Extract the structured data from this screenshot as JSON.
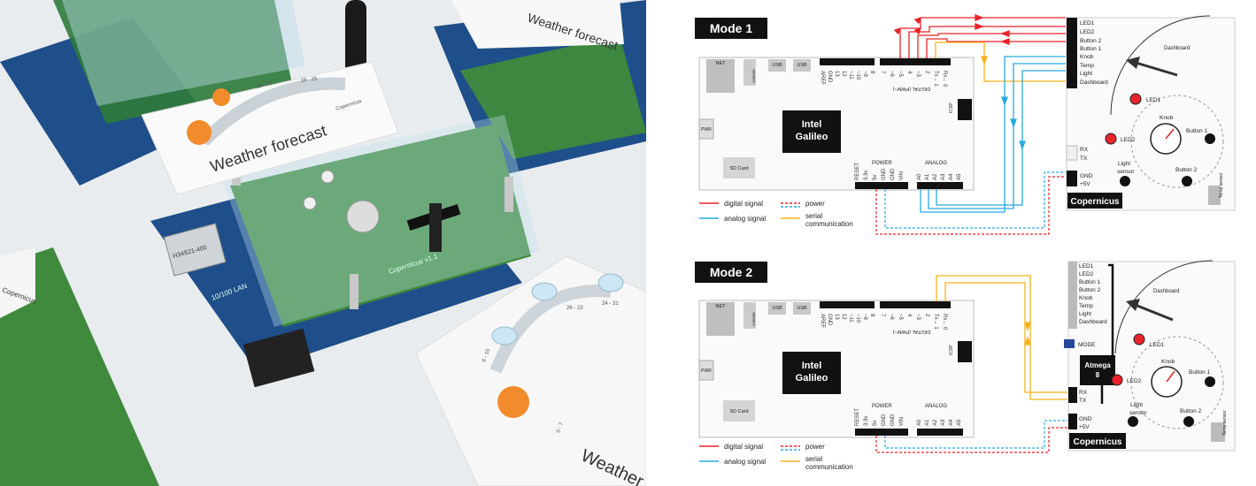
{
  "photo": {
    "card_main_title": "Weather forecast",
    "card_right_title": "Weather forecast",
    "card_bottom_title": "Weather",
    "card_left_title": "Copernicus",
    "card_small_brand": "Copernicus",
    "temp_labels": [
      "16 - 21",
      "18 - 25",
      "8 - 15",
      "26 - 23",
      "24 - 31",
      "0 - 7"
    ],
    "board_label": "10/100 LAN",
    "pcb_label": "Copernicus v1.1",
    "sticker_label": "H34S21-400"
  },
  "modes": [
    {
      "title": "Mode 1",
      "galileo_title": "Intel\nGalileo",
      "mcu_title": "",
      "mcu_lines": []
    },
    {
      "title": "Mode 2",
      "galileo_title": "Intel\nGalileo",
      "mcu_title": "Atmega",
      "mcu_lines": [
        "Atmega",
        "8"
      ]
    }
  ],
  "galileo": {
    "ports": [
      "NET",
      "console",
      "USB",
      "USB"
    ],
    "pwr": "PWR",
    "sd": "SD Card",
    "icsp": "ICSP",
    "digital_label": "DIGITAL (PWM~)",
    "digital_pins_left": [
      "AREF",
      "GND",
      "13",
      "12",
      "~11",
      "~10",
      "~9",
      "8"
    ],
    "digital_pins_right": [
      "7",
      "~6",
      "~5",
      "4",
      "~3",
      "2",
      "Tx→ 1",
      "Rx← 0"
    ],
    "power_label": "POWER",
    "power_pins": [
      "RESET",
      "3.3v",
      "5v",
      "GND",
      "GND",
      "VIN"
    ],
    "analog_label": "ANALOG",
    "analog_pins": [
      "A0",
      "A1",
      "A2",
      "A3",
      "A4",
      "A5"
    ]
  },
  "copernicus": {
    "title": "Copernicus",
    "pins_mode1": [
      "LED1",
      "LED2",
      "Button 2",
      "Button 1",
      "Knob",
      "Temp",
      "Light",
      "Dashboard"
    ],
    "pins_mode2": [
      "LED1",
      "LED2",
      "Button 1",
      "Button 2",
      "Knob",
      "Temp",
      "Light",
      "Dashboard"
    ],
    "serial_pins": [
      "RX",
      "TX"
    ],
    "power_pins": [
      "GND",
      "+5V"
    ],
    "mode_pin": "MODE",
    "dashboard": "Dashboard",
    "led1": "LED1",
    "led2": "LED2",
    "knob": "Knob",
    "button1": "Button 1",
    "button2": "Button 2",
    "light_sensor": "Light\nsensor",
    "temp_sensor": "Temp\nsensor"
  },
  "legend": {
    "digital": "digital signal",
    "analog": "analog signal",
    "power": "power",
    "serial": "serial\ncommunication"
  },
  "colors": {
    "digital": "#e8232a",
    "analog": "#27aae1",
    "serial": "#f5b21b",
    "power_dash_red": "#e8232a",
    "power_dash_blue": "#27aae1",
    "header": "#111111",
    "pcb_green": "#3f8a3c",
    "board_blue": "#1f4f8a"
  }
}
